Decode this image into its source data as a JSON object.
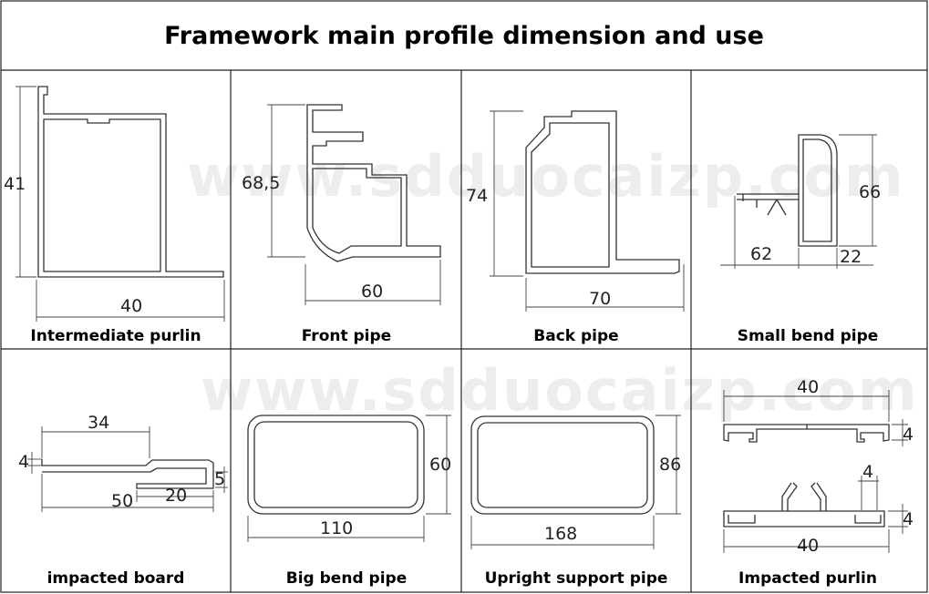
{
  "title": "Framework main profile dimension and use",
  "watermark": "www.sdduocaizp.com",
  "panels": [
    {
      "caption": "Intermediate purlin",
      "dims": [
        "41",
        "40"
      ]
    },
    {
      "caption": "Front pipe",
      "dims": [
        "68,5",
        "60"
      ]
    },
    {
      "caption": "Back pipe",
      "dims": [
        "74",
        "70"
      ]
    },
    {
      "caption": "Small bend pipe",
      "dims": [
        "66",
        "62",
        "22"
      ]
    },
    {
      "caption": "impacted board",
      "dims": [
        "34",
        "4",
        "5",
        "50",
        "20"
      ]
    },
    {
      "caption": "Big bend pipe",
      "dims": [
        "60",
        "110"
      ]
    },
    {
      "caption": "Upright support pipe",
      "dims": [
        "86",
        "168"
      ]
    },
    {
      "caption": "Impacted purlin",
      "dims": [
        "40",
        "4",
        "4",
        "4",
        "40"
      ]
    }
  ]
}
